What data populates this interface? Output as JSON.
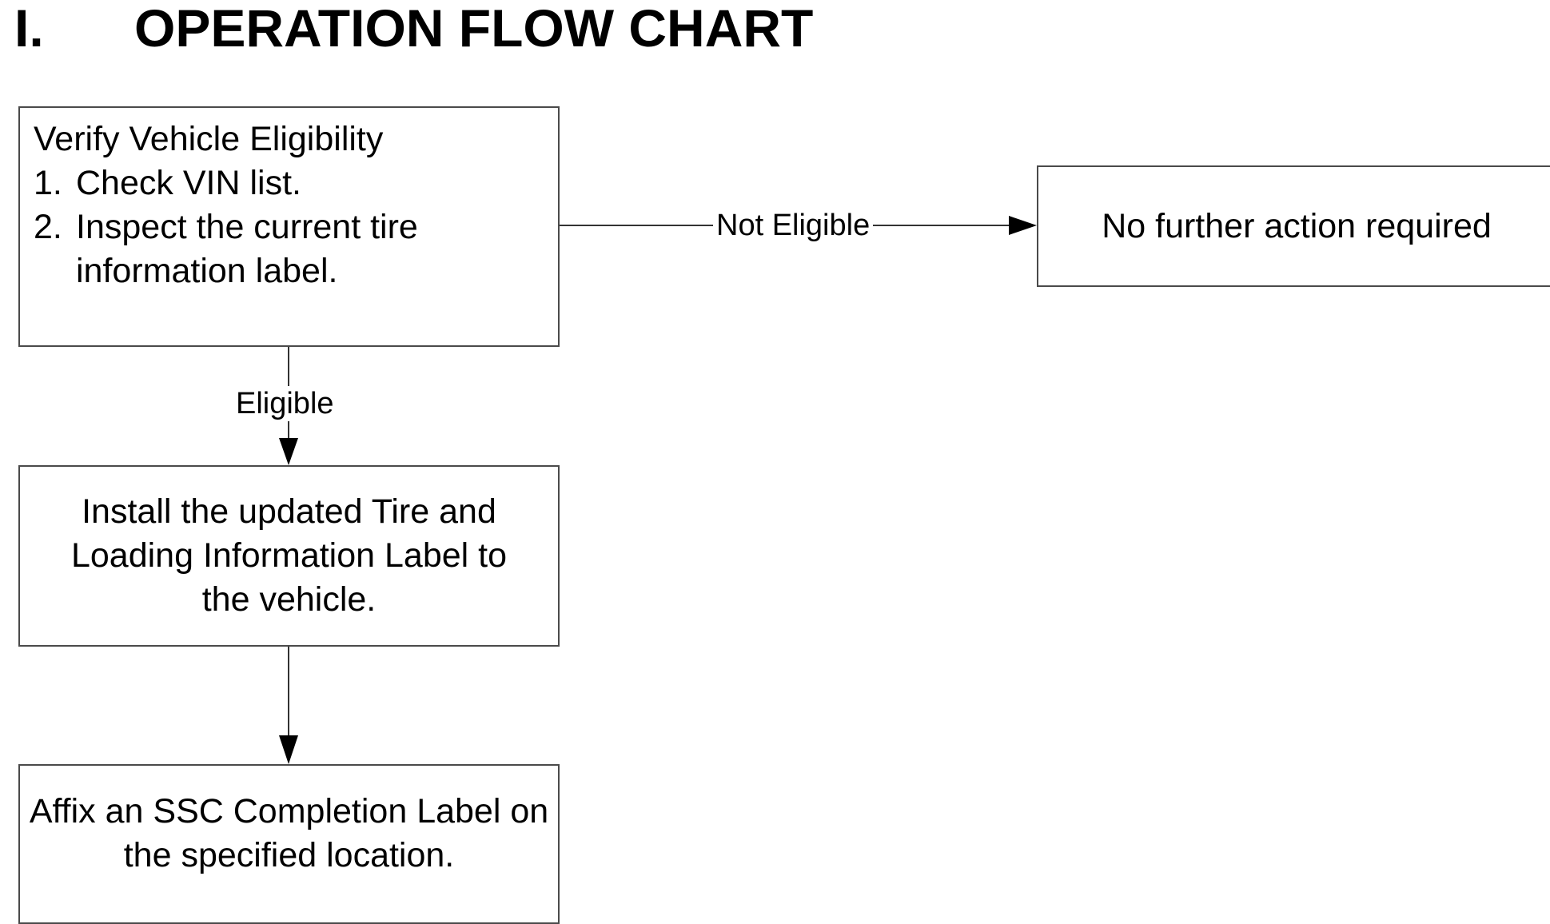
{
  "heading": {
    "number": "I.",
    "title": "OPERATION FLOW CHART"
  },
  "nodes": {
    "verify": {
      "title": "Verify Vehicle Eligibility",
      "items": [
        {
          "marker": "1.",
          "text": "Check VIN list."
        },
        {
          "marker": "2.",
          "text": "Inspect the current tire information label."
        }
      ]
    },
    "no_action": {
      "text": "No further action required"
    },
    "install": {
      "text": "Install the updated Tire and Loading Information Label to the vehicle."
    },
    "affix": {
      "text": "Affix an SSC Completion Label on the specified location."
    }
  },
  "edges": {
    "not_eligible": "Not Eligible",
    "eligible": "Eligible"
  }
}
